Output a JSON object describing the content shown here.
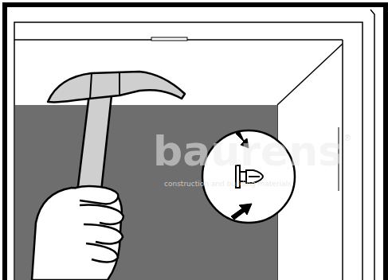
{
  "diagram": {
    "labels": [
      "baurens",
      "®",
      "construction and building materials"
    ]
  }
}
